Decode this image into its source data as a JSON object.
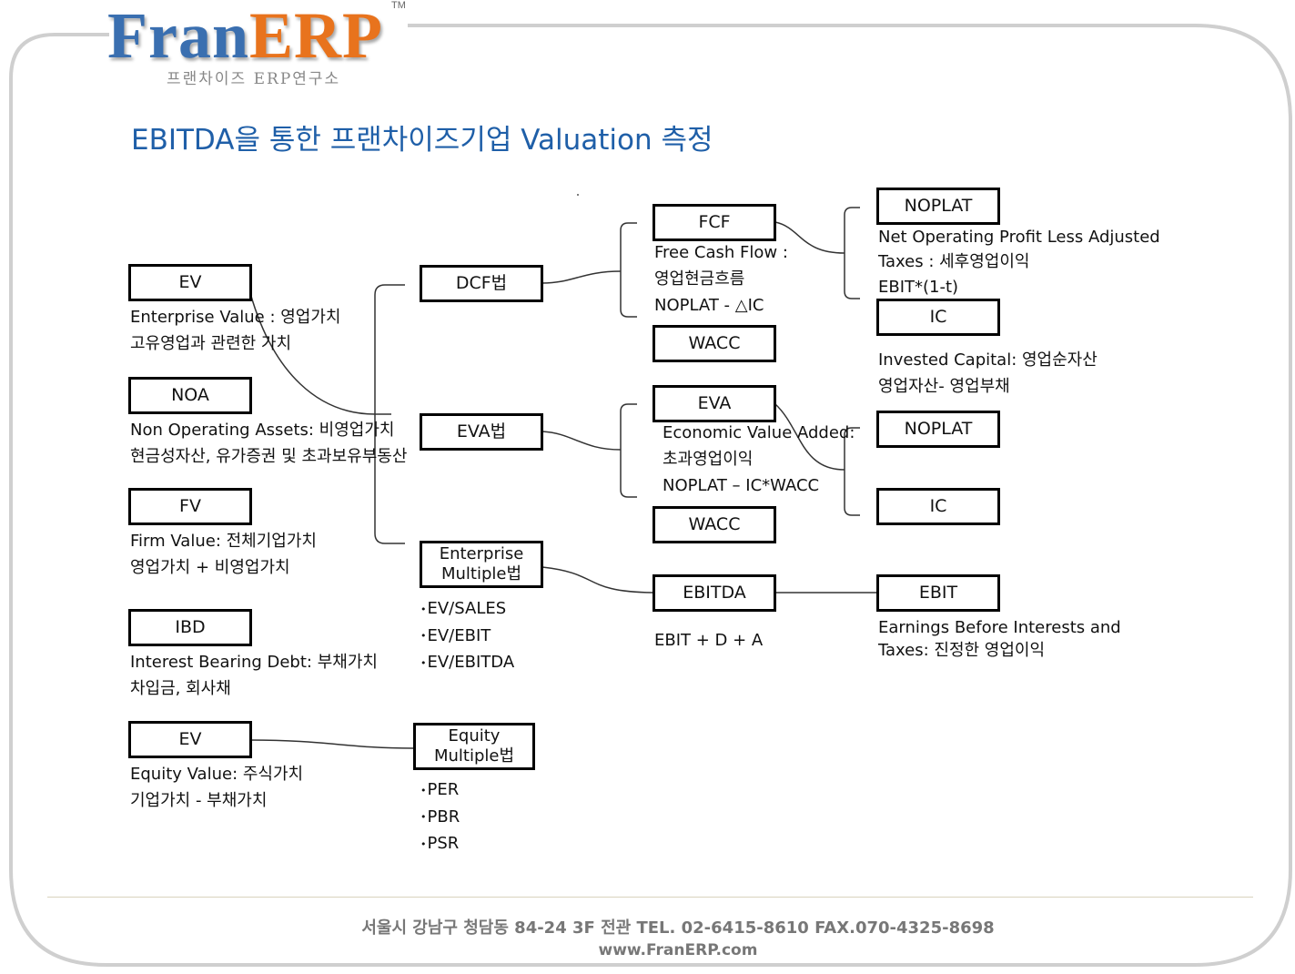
{
  "logo": {
    "fran": "Fran",
    "erp": "ERP",
    "tm": "TM",
    "subtitle": "프랜차이즈 ERP연구소"
  },
  "title": "EBITDA을 통한 프랜차이즈기업 Valuation 측정",
  "left_column": [
    {
      "box": "EV",
      "lines": [
        "Enterprise Value : 영업가치",
        "고유영업과 관련한 가치"
      ]
    },
    {
      "box": "NOA",
      "lines": [
        "Non Operating Assets: 비영업가치",
        "현금성자산, 유가증권 및 초과보유부동산"
      ]
    },
    {
      "box": "FV",
      "lines": [
        "Firm Value: 전체기업가치",
        "영업가치 + 비영업가치"
      ]
    },
    {
      "box": "IBD",
      "lines": [
        "Interest Bearing Debt: 부채가치",
        "차입금, 회사채"
      ]
    },
    {
      "box": "EV",
      "lines": [
        "Equity Value: 주식가치",
        "기업가치 - 부채가치"
      ]
    }
  ],
  "methods": {
    "dcf": "DCF법",
    "eva": "EVA법",
    "enterprise_multiple": [
      "Enterprise",
      "Multiple법"
    ],
    "enterprise_multiple_items": [
      "EV/SALES",
      "EV/EBIT",
      "EV/EBITDA"
    ],
    "equity_multiple": [
      "Equity",
      "Multiple법"
    ],
    "equity_multiple_items": [
      "PER",
      "PBR",
      "PSR"
    ]
  },
  "components": {
    "fcf": {
      "box": "FCF",
      "lines": [
        "Free Cash Flow :",
        "영업현금흐름",
        "NOPLAT - △IC"
      ]
    },
    "wacc_1": "WACC",
    "eva": {
      "box": "EVA",
      "lines": [
        "Economic Value Added:",
        "초과영업이익",
        "NOPLAT – IC*WACC"
      ]
    },
    "wacc_2": "WACC",
    "ebitda": {
      "box": "EBITDA",
      "lines": [
        "EBIT + D + A"
      ]
    }
  },
  "details": {
    "noplat_1": {
      "box": "NOPLAT",
      "lines": [
        "Net Operating Profit Less Adjusted",
        "Taxes : 세후영업이익",
        "EBIT*(1-t)"
      ]
    },
    "ic_1": {
      "box": "IC",
      "lines": [
        "Invested Capital: 영업순자산",
        "영업자산- 영업부채"
      ]
    },
    "noplat_2": "NOPLAT",
    "ic_2": "IC",
    "ebit": {
      "box": "EBIT",
      "lines": [
        "Earnings Before Interests and",
        "Taxes: 진정한 영업이익"
      ]
    }
  },
  "footer": {
    "address": "서울시 강남구 청담동 84-24 3F 전관 TEL. 02-6415-8610 FAX.070-4325-8698",
    "website": "www.FranERP.com"
  }
}
